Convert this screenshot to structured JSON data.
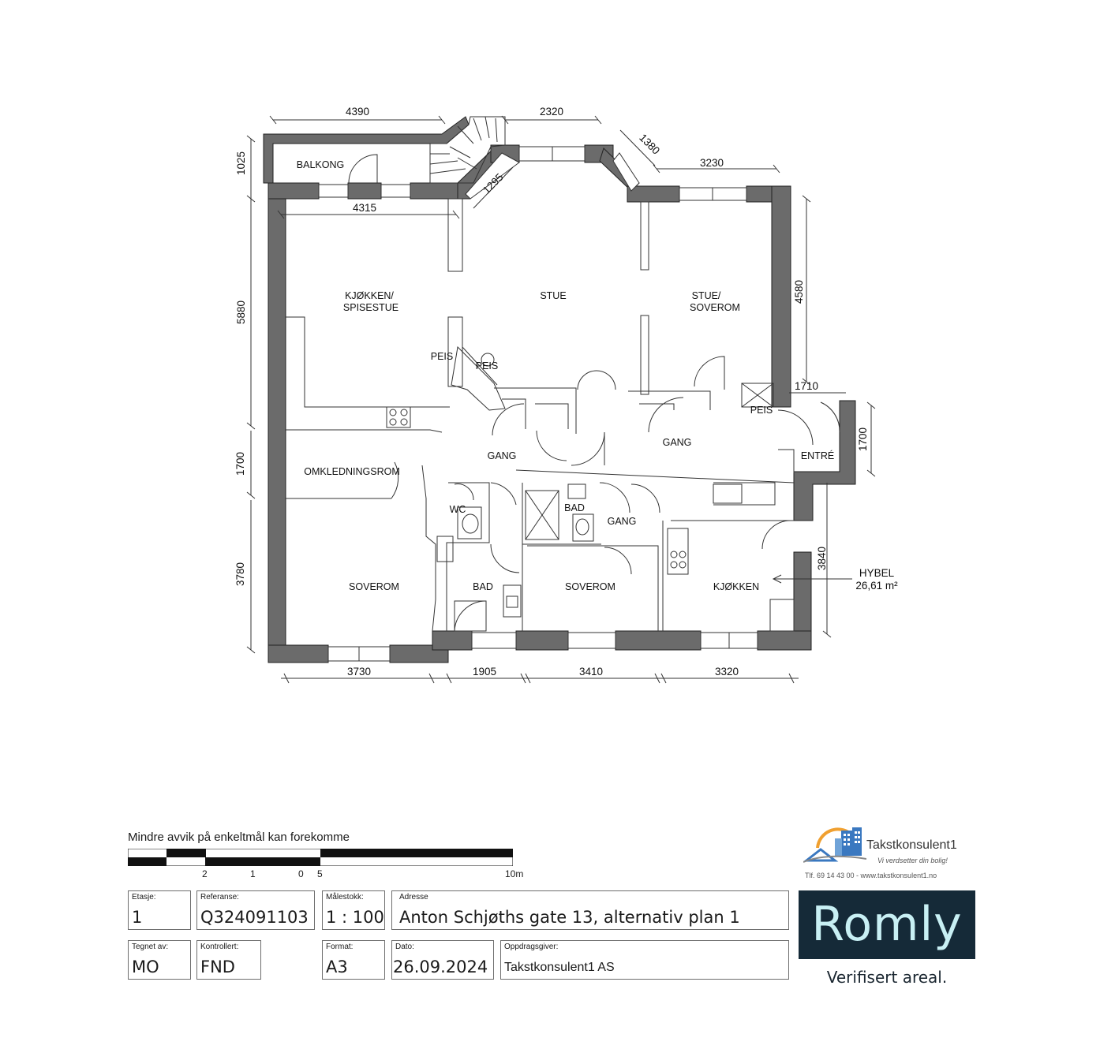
{
  "plan": {
    "rooms": {
      "balkong": "BALKONG",
      "kjokken_spisestue_line1": "KJØKKEN/",
      "kjokken_spisestue_line2": "SPISESTUE",
      "stue": "STUE",
      "stue_soverom_line1": "STUE/",
      "stue_soverom_line2": "SOVEROM",
      "peis_1": "PEIS",
      "peis_2": "PEIS",
      "peis_3": "PEIS",
      "gang_1": "GANG",
      "gang_2": "GANG",
      "gang_3": "GANG",
      "entre": "ENTRÉ",
      "omkledningsrom": "OMKLEDNINGSROM",
      "wc": "WC",
      "bad_1": "BAD",
      "bad_2": "BAD",
      "soverom_1": "SOVEROM",
      "soverom_2": "SOVEROM",
      "kjokken": "KJØKKEN"
    },
    "dimensions": {
      "top_left": "4390",
      "top_mid": "2320",
      "diag_right": "1380",
      "diag_left": "1295",
      "top_right": "3230",
      "balkong_depth": "1025",
      "kitchen_width": "4315",
      "left_upper": "5880",
      "left_mid": "1700",
      "left_lower": "3780",
      "right_upper": "4580",
      "entre_width": "1710",
      "entre_depth": "1700",
      "hybel_depth": "3840",
      "bottom_1": "3730",
      "bottom_2": "1905",
      "bottom_3": "3410",
      "bottom_4": "3320"
    },
    "hybel": {
      "label": "HYBEL",
      "area": "26,61 m²"
    }
  },
  "scale": {
    "title": "Mindre avvik på enkeltmål kan forekomme",
    "ticks": [
      "2",
      "1",
      "0",
      "5",
      "10m"
    ]
  },
  "title_block": {
    "etasje": {
      "label": "Etasje:",
      "value": "1"
    },
    "referanse": {
      "label": "Referanse:",
      "value": "Q324091103"
    },
    "malestokk": {
      "label": "Målestokk:",
      "value": "1 : 100"
    },
    "adresse": {
      "label": "Adresse",
      "value": "Anton Schjøths gate 13, alternativ plan 1"
    },
    "tegnet_av": {
      "label": "Tegnet av:",
      "value": "MO"
    },
    "kontrollert": {
      "label": "Kontrollert:",
      "value": "FND"
    },
    "format": {
      "label": "Format:",
      "value": "A3"
    },
    "dato": {
      "label": "Dato:",
      "value": "26.09.2024"
    },
    "oppdragsgiver": {
      "label": "Oppdragsgiver:",
      "value": "Takstkonsulent1 AS"
    }
  },
  "logos": {
    "takstkonsulent": {
      "name": "Takstkonsulent1",
      "slogan": "Vi verdsetter din bolig!",
      "contact": "Tlf. 69 14 43 00 - www.takstkonsulent1.no"
    },
    "romly": {
      "name": "Romly",
      "tagline": "Verifisert areal."
    }
  },
  "colors": {
    "wall": "#6b6b6b",
    "romly_bg": "#152a38",
    "romly_text": "#c8f0f4",
    "logo_orange": "#f0a030",
    "logo_blue": "#3a78c0"
  }
}
